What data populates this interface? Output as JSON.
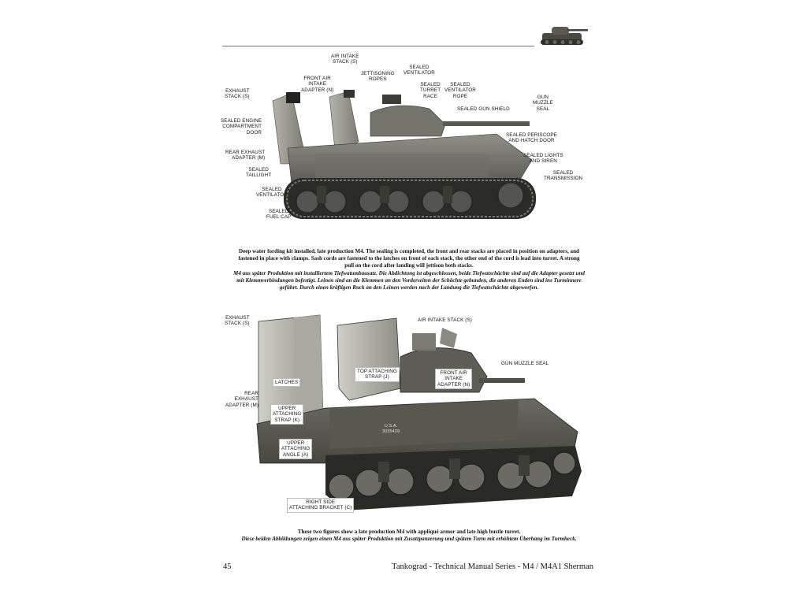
{
  "header": {
    "thumbnail_icon": "tank-silhouette-icon"
  },
  "figure1": {
    "callouts": {
      "air_intake_stack": "AIR INTAKE\nSTACK (S)",
      "jettisoning_ropes": "JETTISONING\nROPES",
      "sealed_ventilator_top": "SEALED\nVENTILATOR",
      "front_air_intake_adapter": "FRONT AIR\nINTAKE\nADAPTER (N)",
      "sealed_turret_race": "SEALED\nTURRET\nRACE",
      "sealed_ventilator_rope": "SEALED\nVENTILATOR\nROPE",
      "exhaust_stack": "EXHAUST\nSTACK (S)",
      "sealed_gun_shield": "SEALED GUN SHIELD",
      "gun_muzzle_seal": "GUN\nMUZZLE\nSEAL",
      "sealed_engine_door": "SEALED ENGINE\nCOMPARTMENT\nDOOR",
      "sealed_periscope": "SEALED PERISCOPE\nAND HATCH DOOR",
      "rear_exhaust_adapter": "REAR EXHAUST\nADAPTER (M)",
      "sealed_lights": "SEALED LIGHTS\nAND SIREN",
      "sealed_taillight": "SEALED\nTAILLIGHT",
      "sealed_transmission": "SEALED\nTRANSMISSION",
      "sealed_ventilator_bottom": "SEALED\nVENTILATOR",
      "sealed_fuel_cap": "SEALED\nFUEL CAP"
    },
    "caption_en": "Deep water fording kit installed, late production M4. The sealing is completed, the front and rear stacks are placed in position on adapters, and fastened in place with clamps. Sash cords are fastened to the latches on front of each stack, the other end of the cord is lead into turret. A strong pull on the cord after landing will jettison both stacks.",
    "caption_de": "M4 aus später Produktion mit installiertem Tiefwatumbausatz. Die Abdichtung ist abgeschlossen, beide Tiefwatschächte sind auf die Adapter gesetzt und mit Klemmverbindungen befestigt. Leinen sind an die Klemmen an den Vorderseiten der Schächte gebunden, die anderen Enden sind ins Turminnere geführt. Durch einen kräftigen Ruck an den Leinen werden nach der Landung die Tiefwatschächte abgeworfen."
  },
  "figure2": {
    "callouts": {
      "exhaust_stack": "EXHAUST\nSTACK (S)",
      "air_intake_stack": "AIR INTAKE STACK (S)",
      "top_attaching_strap": "TOP ATTACHING\nSTRAP (J)",
      "front_air_intake_adapter": "FRONT AIR\nINTAKE\nADAPTER (N)",
      "gun_muzzle_seal": "GUN MUZZLE SEAL",
      "latches": "LATCHES",
      "rear_exhaust_adapter": "REAR\nEXHAUST\nADAPTER (M)",
      "upper_attaching_strap": "UPPER\nATTACHING\nSTRAP (K)",
      "upper_attaching_angle": "UPPER\nATTACHING\nANGLE (A)",
      "right_side_bracket": "RIGHT SIDE\nATTACHING BRACKET (C)"
    },
    "hull_marking": "U.S.A.\n3035429",
    "caption_en": "These two figures show a late production M4 with appliqué armor and late high bustle turret.",
    "caption_de": "Diese beiden Abbildungen zeigen einen M4 aus später Produktion mit Zusatzpanzerung und spätem Turm mit erhöhtem Überhang im Turmheck."
  },
  "footer": {
    "page_number": "45",
    "series_title": "Tankograd - Technical Manual Series - M4 / M4A1 Sherman"
  }
}
